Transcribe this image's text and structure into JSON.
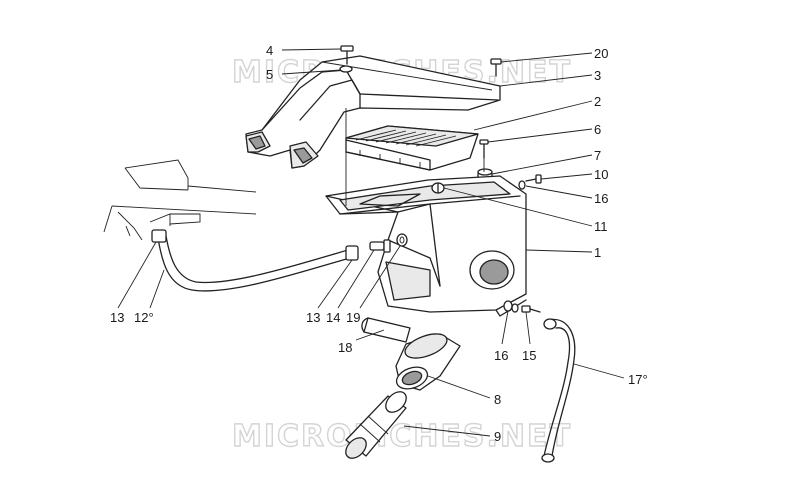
{
  "watermark": {
    "top": "MICROFICHES.NET",
    "bottom": "MICROFICHES.NET"
  },
  "callouts": [
    {
      "id": "c4",
      "text": "4"
    },
    {
      "id": "c5",
      "text": "5"
    },
    {
      "id": "c20",
      "text": "20"
    },
    {
      "id": "c3",
      "text": "3"
    },
    {
      "id": "c2",
      "text": "2"
    },
    {
      "id": "c6",
      "text": "6"
    },
    {
      "id": "c7",
      "text": "7"
    },
    {
      "id": "c10",
      "text": "10"
    },
    {
      "id": "c16a",
      "text": "16"
    },
    {
      "id": "c11",
      "text": "11"
    },
    {
      "id": "c1",
      "text": "1"
    },
    {
      "id": "c13a",
      "text": "13"
    },
    {
      "id": "c12",
      "text": "12°"
    },
    {
      "id": "c13b",
      "text": "13"
    },
    {
      "id": "c14",
      "text": "14"
    },
    {
      "id": "c19",
      "text": "19"
    },
    {
      "id": "c18",
      "text": "18"
    },
    {
      "id": "c16b",
      "text": "16"
    },
    {
      "id": "c15",
      "text": "15"
    },
    {
      "id": "c17",
      "text": "17°"
    },
    {
      "id": "c8",
      "text": "8"
    },
    {
      "id": "c9",
      "text": "9"
    }
  ]
}
